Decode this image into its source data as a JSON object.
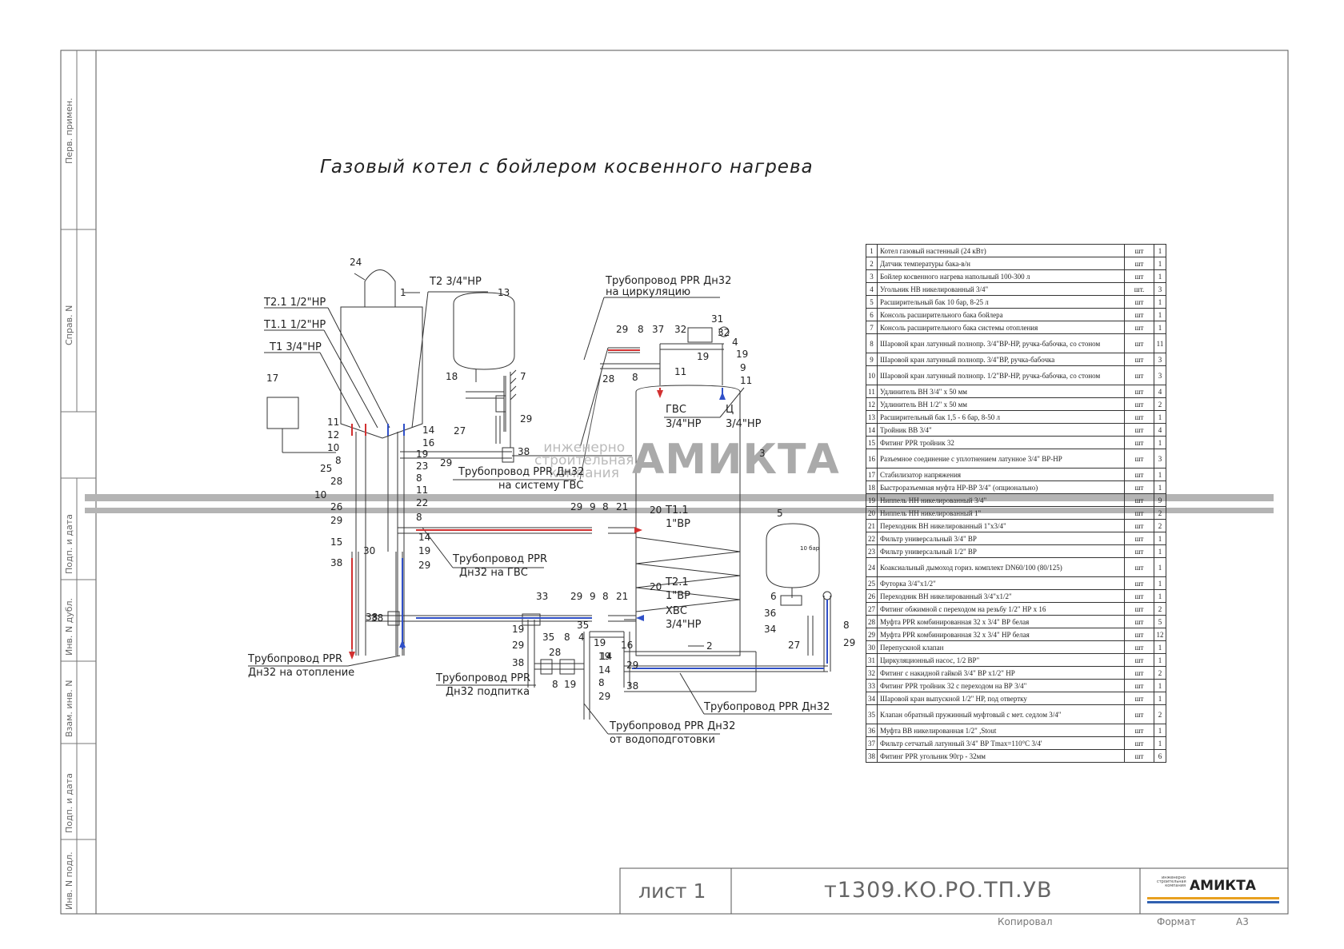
{
  "title": "Газовый котел с бойлером косвенного нагрева",
  "side_labels": [
    "Перв. примен.",
    "Справ. N",
    "Подп. и дата",
    "Инв. N дубл.",
    "Взам. инв. N",
    "Подп. и дата",
    "Инв. N подл."
  ],
  "stamp": {
    "sheet": "лист 1",
    "code": "т1309.КО.РО.ТП.УВ",
    "copied_label": "Копировал",
    "format_label": "Формат",
    "format_value": "А3",
    "logo_text": "АМИКТА",
    "logo_small": [
      "инженерно",
      "строительная",
      "компания"
    ]
  },
  "watermark": {
    "small": [
      "инженерно",
      "строительная",
      "компания"
    ],
    "big": "АМИКТА"
  },
  "labels": {
    "t21": "Т2.1 1/2\"НР",
    "t11": "Т1.1 1/2\"НР",
    "t1": "Т1 3/4\"НР",
    "t2": "Т2 3/4\"НР",
    "pipe_circ_1": "Трубопровод PPR Дн32",
    "pipe_circ_2": "на циркуляцию",
    "gvs_1": "ГВС",
    "gvs_2": "3/4\"НР",
    "c_1": "Ц",
    "c_2": "3/4\"НР",
    "pipe_gvs_sys_1": "Трубопровод PPR Дн32",
    "pipe_gvs_sys_2": "на систему ГВС",
    "t11_boiler_1": "Т1.1",
    "t11_boiler_2": "1\"ВР",
    "pipe_gvs_1": "Трубопровод PPR",
    "pipe_gvs_2": "Дн32 на ГВС",
    "t21_boiler_1": "Т2.1",
    "t21_boiler_2": "1\"ВР",
    "hvs_1": "ХВС",
    "hvs_2": "3/4\"НР",
    "pipe_heat_1": "Трубопровод PPR",
    "pipe_heat_2": "Дн32 на отопление",
    "pipe_feed_1": "Трубопровод PPR",
    "pipe_feed_2": "Дн32 подпитка",
    "pipe_water_1": "Трубопровод PPR Дн32",
    "pipe_water_2": "от водоподготовки",
    "pipe_right": "Трубопровод PPR Дн32",
    "tank_mark": "10 бар"
  },
  "callouts": [
    {
      "id": "c24",
      "t": "24"
    },
    {
      "id": "c1",
      "t": "1"
    },
    {
      "id": "c13",
      "t": "13"
    },
    {
      "id": "c17",
      "t": "17"
    },
    {
      "id": "c18",
      "t": "18"
    },
    {
      "id": "c7",
      "t": "7"
    },
    {
      "id": "c27a",
      "t": "27"
    },
    {
      "id": "c29a",
      "t": "29"
    },
    {
      "id": "c11a",
      "t": "11"
    },
    {
      "id": "c12",
      "t": "12"
    },
    {
      "id": "c10a",
      "t": "10"
    },
    {
      "id": "c8a",
      "t": "8"
    },
    {
      "id": "c25",
      "t": "25"
    },
    {
      "id": "c28a",
      "t": "28"
    },
    {
      "id": "c10b",
      "t": "10"
    },
    {
      "id": "c26",
      "t": "26"
    },
    {
      "id": "c29b",
      "t": "29"
    },
    {
      "id": "c15",
      "t": "15"
    },
    {
      "id": "c38a",
      "t": "38"
    },
    {
      "id": "c30",
      "t": "30"
    },
    {
      "id": "c14a",
      "t": "14"
    },
    {
      "id": "c16a",
      "t": "16"
    },
    {
      "id": "c19a",
      "t": "19"
    },
    {
      "id": "c23",
      "t": "23"
    },
    {
      "id": "c8b",
      "t": "8"
    },
    {
      "id": "c11b",
      "t": "11"
    },
    {
      "id": "c22",
      "t": "22"
    },
    {
      "id": "c8c",
      "t": "8"
    },
    {
      "id": "c14b",
      "t": "14"
    },
    {
      "id": "c19b",
      "t": "19"
    },
    {
      "id": "c29c",
      "t": "29"
    },
    {
      "id": "c29d",
      "t": "29"
    },
    {
      "id": "c38b",
      "t": "38"
    },
    {
      "id": "c38c",
      "t": "38"
    },
    {
      "id": "c29e",
      "t": "29"
    },
    {
      "id": "c8d",
      "t": "8"
    },
    {
      "id": "c37",
      "t": "37"
    },
    {
      "id": "c32a",
      "t": "32"
    },
    {
      "id": "c31",
      "t": "31"
    },
    {
      "id": "c32b",
      "t": "32"
    },
    {
      "id": "c4a",
      "t": "4"
    },
    {
      "id": "c19c",
      "t": "19"
    },
    {
      "id": "c9a",
      "t": "9"
    },
    {
      "id": "c11c",
      "t": "11"
    },
    {
      "id": "c28b",
      "t": "28"
    },
    {
      "id": "c8e",
      "t": "8"
    },
    {
      "id": "c11d",
      "t": "11"
    },
    {
      "id": "c19d",
      "t": "19"
    },
    {
      "id": "c3",
      "t": "3"
    },
    {
      "id": "c29f",
      "t": "29"
    },
    {
      "id": "c9b",
      "t": "9"
    },
    {
      "id": "c8f",
      "t": "8"
    },
    {
      "id": "c21a",
      "t": "21"
    },
    {
      "id": "c20a",
      "t": "20"
    },
    {
      "id": "c33",
      "t": "33"
    },
    {
      "id": "c29g",
      "t": "29"
    },
    {
      "id": "c9c",
      "t": "9"
    },
    {
      "id": "c8g",
      "t": "8"
    },
    {
      "id": "c21b",
      "t": "21"
    },
    {
      "id": "c20b",
      "t": "20"
    },
    {
      "id": "c38d",
      "t": "38"
    },
    {
      "id": "c19e",
      "t": "19"
    },
    {
      "id": "c35",
      "t": "35"
    },
    {
      "id": "c29h",
      "t": "29"
    },
    {
      "id": "c38e",
      "t": "38"
    },
    {
      "id": "c28c",
      "t": "28"
    },
    {
      "id": "c8h",
      "t": "8"
    },
    {
      "id": "c19f",
      "t": "19"
    },
    {
      "id": "c35b",
      "t": "35"
    },
    {
      "id": "c8i",
      "t": "8"
    },
    {
      "id": "c4b",
      "t": "4"
    },
    {
      "id": "c19g",
      "t": "19"
    },
    {
      "id": "c19h",
      "t": "19"
    },
    {
      "id": "c14c",
      "t": "14"
    },
    {
      "id": "c8j",
      "t": "8"
    },
    {
      "id": "c29i",
      "t": "29"
    },
    {
      "id": "c16b",
      "t": "16"
    },
    {
      "id": "c29j",
      "t": "29"
    },
    {
      "id": "c38f",
      "t": "38"
    },
    {
      "id": "c2",
      "t": "2"
    },
    {
      "id": "c5",
      "t": "5"
    },
    {
      "id": "c6",
      "t": "6"
    },
    {
      "id": "c36",
      "t": "36"
    },
    {
      "id": "c34",
      "t": "34"
    },
    {
      "id": "c27b",
      "t": "27"
    },
    {
      "id": "c8k",
      "t": "8"
    },
    {
      "id": "c29k",
      "t": "29"
    },
    {
      "id": "c14d",
      "t": "14"
    }
  ],
  "bom": [
    {
      "n": "1",
      "name": "Котел газовый настенный (24 кВт)",
      "unit": "шт",
      "qty": "1"
    },
    {
      "n": "2",
      "name": "Датчик температуры бака-в/н",
      "unit": "шт",
      "qty": "1"
    },
    {
      "n": "3",
      "name": "Бойлер косвенного нагрева напольный 100-300 л",
      "unit": "шт",
      "qty": "1"
    },
    {
      "n": "4",
      "name": "Угольник НВ никелированный 3/4\"",
      "unit": "шт.",
      "qty": "3"
    },
    {
      "n": "5",
      "name": "Расширительный бак 10 бар, 8-25 л",
      "unit": "шт",
      "qty": "1"
    },
    {
      "n": "6",
      "name": "Консоль расширительного бака бойлера",
      "unit": "шт",
      "qty": "1"
    },
    {
      "n": "7",
      "name": "Консоль расширительного бака системы отопления",
      "unit": "шт",
      "qty": "1"
    },
    {
      "n": "8",
      "name": "Шаровой кран латунный полнопр. 3/4\"ВР-НР, ручка-бабочка, со стоном",
      "unit": "шт",
      "qty": "11"
    },
    {
      "n": "9",
      "name": "Шаровой кран латунный полнопр. 3/4\"ВР, ручка-бабочка",
      "unit": "шт",
      "qty": "3"
    },
    {
      "n": "10",
      "name": "Шаровой кран латунный полнопр. 1/2\"ВР-НР, ручка-бабочка, со стоном",
      "unit": "шт",
      "qty": "3"
    },
    {
      "n": "11",
      "name": "Удлинитель ВН 3/4\" x 50 мм",
      "unit": "шт",
      "qty": "4"
    },
    {
      "n": "12",
      "name": "Удлинитель ВН 1/2\" x 50 мм",
      "unit": "шт",
      "qty": "2"
    },
    {
      "n": "13",
      "name": "Расширительный бак 1,5 - 6 бар, 8-50 л",
      "unit": "шт",
      "qty": "1"
    },
    {
      "n": "14",
      "name": "Тройник ВВ 3/4\"",
      "unit": "шт",
      "qty": "4"
    },
    {
      "n": "15",
      "name": "Фитинг PPR тройник 32",
      "unit": "шт",
      "qty": "1"
    },
    {
      "n": "16",
      "name": "Разъемное соединение с уплотнением латунное 3/4\" ВР-НР",
      "unit": "шт",
      "qty": "3"
    },
    {
      "n": "17",
      "name": "Стабилизатор напряжения",
      "unit": "шт",
      "qty": "1"
    },
    {
      "n": "18",
      "name": "Быстроразъемная муфта НР-ВР 3/4\" (опционально)",
      "unit": "шт",
      "qty": "1"
    },
    {
      "n": "19",
      "name": "Ниппель НН никелированный 3/4\"",
      "unit": "шт",
      "qty": "9"
    },
    {
      "n": "20",
      "name": "Ниппель НН никелированный 1\"",
      "unit": "шт",
      "qty": "2"
    },
    {
      "n": "21",
      "name": "Переходник ВН никелированный 1\"x3/4\"",
      "unit": "шт",
      "qty": "2"
    },
    {
      "n": "22",
      "name": "Фильтр универсальный 3/4\" ВР",
      "unit": "шт",
      "qty": "1"
    },
    {
      "n": "23",
      "name": "Фильтр универсальный 1/2\" ВР",
      "unit": "шт",
      "qty": "1"
    },
    {
      "n": "24",
      "name": "Коаксиальный дымоход гориз. комплект DN60/100 (80/125)",
      "unit": "шт",
      "qty": "1"
    },
    {
      "n": "25",
      "name": "Футорка 3/4\"x1/2\"",
      "unit": "шт",
      "qty": "1"
    },
    {
      "n": "26",
      "name": "Переходник ВН никелированный 3/4\"x1/2\"",
      "unit": "шт",
      "qty": "1"
    },
    {
      "n": "27",
      "name": "Фитинг обжимной с переходом на резьбу 1/2\" НР x 16",
      "unit": "шт",
      "qty": "2"
    },
    {
      "n": "28",
      "name": "Муфта PPR комбинированная 32 x 3/4\" ВР белая",
      "unit": "шт",
      "qty": "5"
    },
    {
      "n": "29",
      "name": "Муфта PPR комбинированная 32 x 3/4\" НР белая",
      "unit": "шт",
      "qty": "12"
    },
    {
      "n": "30",
      "name": "Перепускной клапан",
      "unit": "шт",
      "qty": "1"
    },
    {
      "n": "31",
      "name": "Циркуляционный насос, 1/2 ВР\"",
      "unit": "шт",
      "qty": "1"
    },
    {
      "n": "32",
      "name": "Фитинг с накидной гайкой 3/4\" ВР x1/2\" НР",
      "unit": "шт",
      "qty": "2"
    },
    {
      "n": "33",
      "name": "Фитинг PPR тройник 32 с переходом на ВР 3/4\"",
      "unit": "шт",
      "qty": "1"
    },
    {
      "n": "34",
      "name": "Шаровой кран выпускной 1/2\" НР, под отвертку",
      "unit": "шт",
      "qty": "1"
    },
    {
      "n": "35",
      "name": "Клапан обратный пружинный муфтовый с мет. седлом 3/4\"",
      "unit": "шт",
      "qty": "2"
    },
    {
      "n": "36",
      "name": "Муфта ВВ никелированная 1/2\" ,Stout",
      "unit": "шт",
      "qty": "1"
    },
    {
      "n": "37",
      "name": "Фильтр сетчатый латунный 3/4\" ВР Tmax=110°C 3/4'",
      "unit": "шт",
      "qty": "1"
    },
    {
      "n": "38",
      "name": "Фитинг PPR угольник 90гр - 32мм",
      "unit": "шт",
      "qty": "6"
    }
  ],
  "colors": {
    "line": "#333333",
    "red": "#d23030",
    "blue": "#3050c8",
    "grey_band": "#b4b4b4",
    "stamp_orange": "#e8a020",
    "stamp_blue": "#3060b0"
  }
}
